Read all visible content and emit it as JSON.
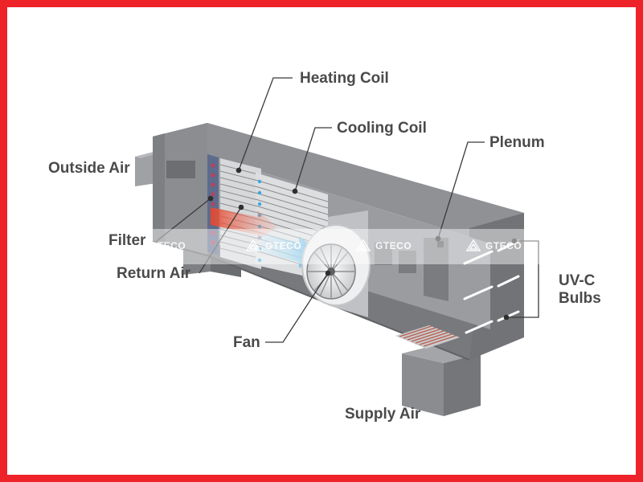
{
  "labels": {
    "heating_coil": "Heating Coil",
    "cooling_coil": "Cooling Coil",
    "plenum": "Plenum",
    "outside_air": "Outside Air",
    "filter": "Filter",
    "return_air": "Return Air",
    "fan": "Fan",
    "uvc_line1": "UV-C",
    "uvc_line2": "Bulbs",
    "supply_air": "Supply Air"
  },
  "watermark": {
    "brand": "GTECO",
    "logo": "gteco-logo-icon"
  },
  "colors": {
    "frame": "#ee2229",
    "text": "#4a4a4a",
    "unit_body": "#8e9094",
    "unit_top": "#a9abae",
    "unit_side": "#6e7073",
    "airflow_warm": "#e8452c",
    "airflow_cool": "#3aa8e0"
  }
}
